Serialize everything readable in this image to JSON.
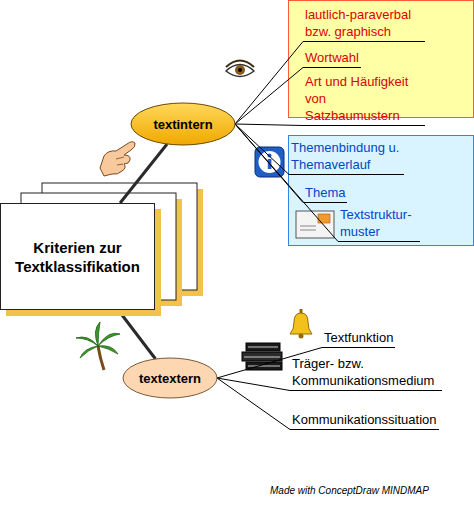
{
  "diagram": {
    "nodes": [
      {
        "text": [
          "Kriterien zur Textklassifikation"
        ]
      },
      {
        "text": [
          "textintern"
        ]
      },
      {
        "text": [
          "lautlich-paraverbal bzw. graphisch"
        ]
      },
      {
        "text": [
          "Wortwahl"
        ]
      },
      {
        "text": [
          "Art und Häufigkeit von Satzbaumustern"
        ]
      },
      {
        "text": [
          "Themenbindung u. Themaverlauf"
        ]
      },
      {
        "text": [
          "Thema"
        ]
      },
      {
        "text": [
          "Textstruktur- muster"
        ]
      },
      {
        "text": [
          "textextern"
        ]
      },
      {
        "text": [
          "Textfunktion"
        ]
      },
      {
        "text": [
          "Träger- bzw. Kommunikationsmedium"
        ]
      },
      {
        "text": [
          "Kommunikationssituation"
        ]
      }
    ],
    "edges": [
      {
        "from": 0,
        "to": 1,
        "arrow": "none"
      },
      {
        "from": 1,
        "to": 2,
        "arrow": "none"
      },
      {
        "from": 1,
        "to": 3,
        "arrow": "none"
      },
      {
        "from": 1,
        "to": 4,
        "arrow": "none"
      },
      {
        "from": 1,
        "to": 5,
        "arrow": "none"
      },
      {
        "from": 1,
        "to": 6,
        "arrow": "none"
      },
      {
        "from": 1,
        "to": 7,
        "arrow": "none"
      },
      {
        "from": 0,
        "to": 8,
        "arrow": "none"
      },
      {
        "from": 8,
        "to": 9,
        "arrow": "none"
      },
      {
        "from": 8,
        "to": 10,
        "arrow": "none"
      },
      {
        "from": 8,
        "to": 11,
        "arrow": "none"
      }
    ],
    "labels": [
      "Made with ConceptDraw MINDMAP"
    ]
  }
}
